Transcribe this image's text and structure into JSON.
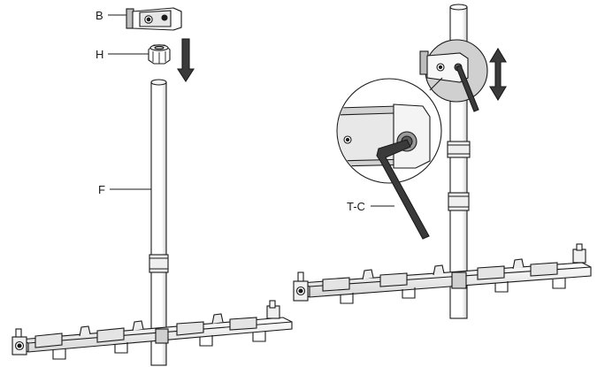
{
  "labels": {
    "B": "B",
    "H": "H",
    "F": "F",
    "TC": "T-C"
  },
  "icons": {
    "arrow_down": "arrow-down-icon",
    "arrow_updown": "arrow-up-down-icon"
  },
  "colors": {
    "line": "#1a1a1a",
    "fill": "#ffffff",
    "shade": "#9a9a9a",
    "dark": "#3a3a3a"
  }
}
